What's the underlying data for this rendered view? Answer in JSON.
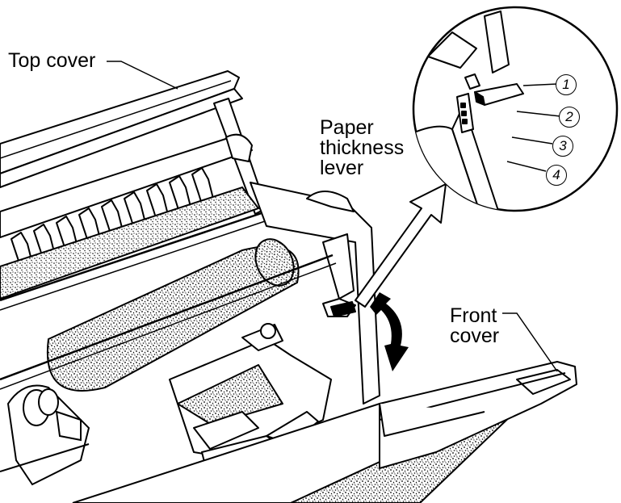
{
  "labels": {
    "top_cover": "Top cover",
    "paper_thickness_lever": "Paper\nthickness\nlever",
    "front_cover": "Front\ncover"
  },
  "lever_positions": [
    "1",
    "2",
    "3",
    "4"
  ],
  "colors": {
    "ink": "#000000",
    "paper": "#ffffff",
    "toner": "#1a1a1a"
  }
}
